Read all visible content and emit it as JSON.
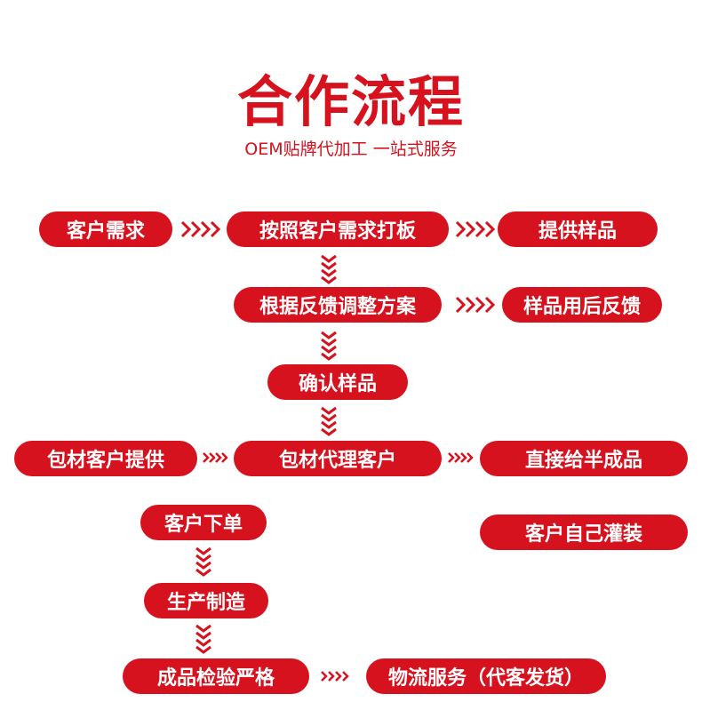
{
  "header": {
    "title": "合作流程",
    "subtitle": "OEM贴牌代加工 一站式服务"
  },
  "steps": {
    "customer_demand": "客户需求",
    "proofing": "按照客户需求打板",
    "provide_samples": "提供样品",
    "adjust_plan": "根据反馈调整方案",
    "sample_feedback": "样品用后反馈",
    "confirm_samples": "确认样品",
    "customer_packaging": "包材客户提供",
    "agent_packaging": "包材代理客户",
    "direct_half_finished": "直接给半成品",
    "customer_order": "客户下单",
    "self_filling": "客户自己灌装",
    "production": "生产制造",
    "inspection": "成品检验严格",
    "logistics": "物流服务（代客发货）"
  },
  "colors": {
    "accent": "#d7121f",
    "text_on_accent": "#ffffff"
  },
  "icons": {
    "arrow_right": "chevron-right-quad-icon",
    "arrow_down": "chevron-down-quad-icon"
  }
}
